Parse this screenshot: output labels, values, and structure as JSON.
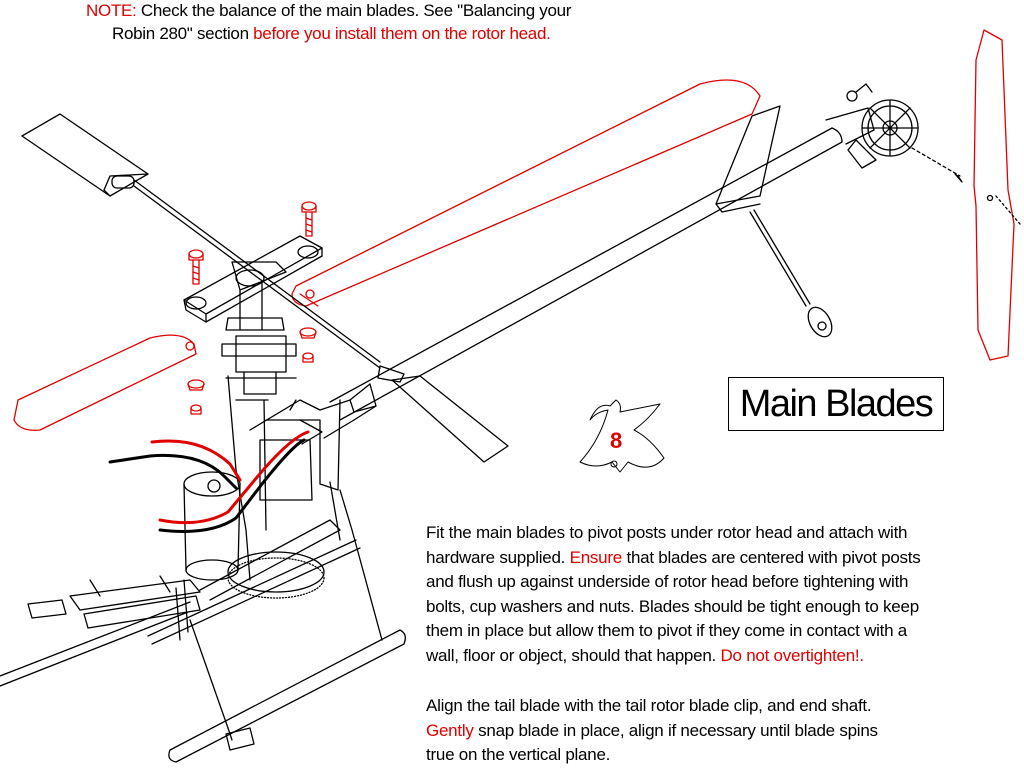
{
  "note": {
    "label": "NOTE:",
    "line1_text": " Check the balance of the main blades. See \"Balancing your",
    "line2_black": "Robin 280\" section ",
    "line2_red": "before you install them on the rotor head."
  },
  "title": "Main Blades",
  "page_number": "8",
  "instructions": {
    "p1": [
      {
        "black": "Fit the main blades to pivot posts under rotor head and attach with",
        "red": ""
      },
      {
        "black": "hardware supplied. ",
        "red": "Ensure",
        "after": " that blades are centered with pivot posts"
      },
      {
        "black": "and flush up against underside of rotor head before tightening with",
        "red": ""
      },
      {
        "black": "bolts, cup washers and nuts. Blades should be tight enough to keep",
        "red": ""
      },
      {
        "black": "them in place but allow them to pivot if they come in contact with a",
        "red": ""
      },
      {
        "black": "wall, floor or object, should that happen. ",
        "red": "Do not overtighten!."
      }
    ],
    "p2": [
      {
        "black": "Align the tail blade with the tail rotor blade clip, and end shaft.",
        "red": ""
      },
      {
        "black": "",
        "red": "Gently",
        "after": " snap blade in  place, align if necessary until blade spins"
      },
      {
        "black": "true on the vertical plane.",
        "red": ""
      }
    ]
  },
  "colors": {
    "accent_red": "#e00000",
    "text": "#000000",
    "background": "#ffffff"
  }
}
